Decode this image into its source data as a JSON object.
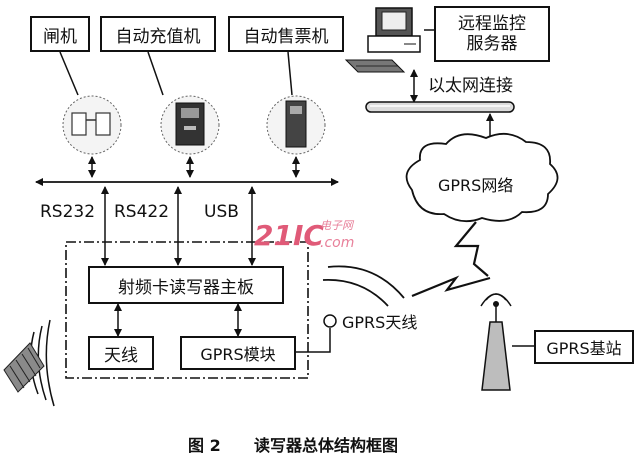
{
  "devices": {
    "gate": "闸机",
    "recharge": "自动充值机",
    "ticket": "自动售票机"
  },
  "server": {
    "line1": "远程监控",
    "line2": "服务器"
  },
  "network": {
    "ethernet": "以太网连接",
    "gprs_cloud": "GPRS网络"
  },
  "interfaces": {
    "rs232": "RS232",
    "rs422": "RS422",
    "usb": "USB"
  },
  "reader": {
    "mainboard": "射频卡读写器主板",
    "antenna": "天线",
    "gprs_module": "GPRS模块",
    "gprs_antenna": "GPRS天线"
  },
  "base_station": "GPRS基站",
  "watermark": {
    "main": "21IC",
    "top": "电子网",
    "bottom": ".com"
  },
  "caption": {
    "figure": "图 2",
    "title": "读写器总体结构框图"
  }
}
